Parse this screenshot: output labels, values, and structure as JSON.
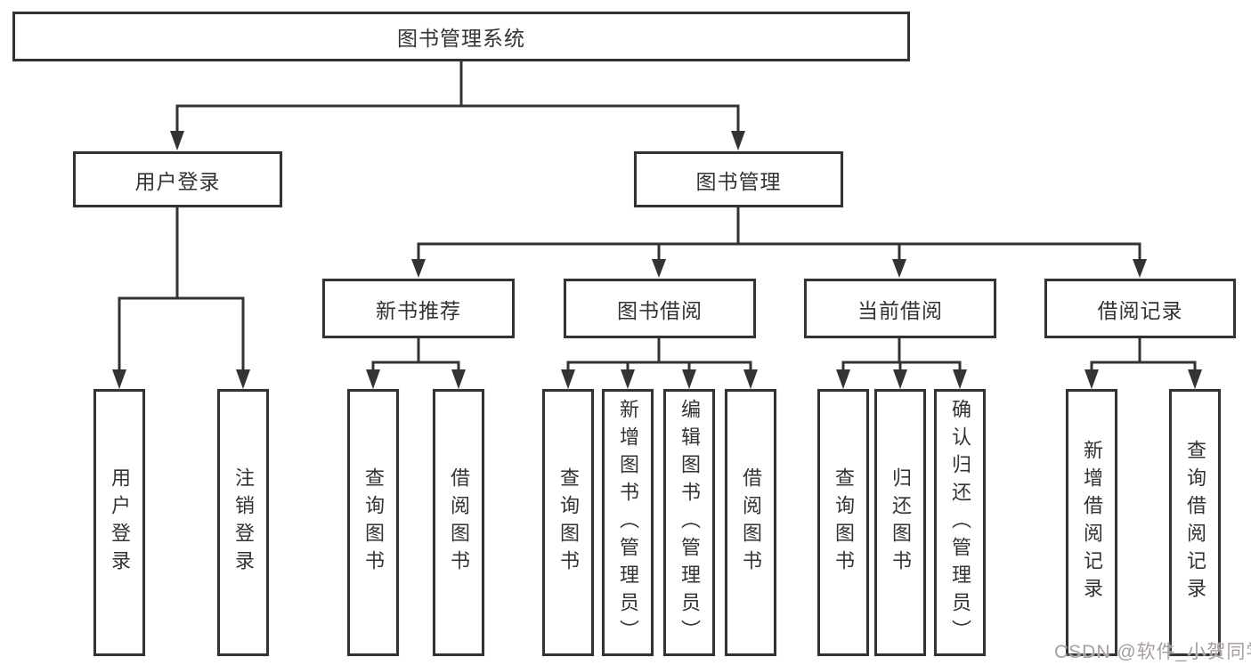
{
  "diagram_title": "图书管理系统",
  "colors": {
    "line": "#333333",
    "text": "#333333",
    "box_fill": "#ffffff",
    "background": "#ffffff",
    "watermark_text": "#a79f9f"
  },
  "watermark": {
    "text": "CSDN @软件_小贺同学"
  },
  "tree": {
    "root": {
      "label": "图书管理系统"
    },
    "children": [
      {
        "label": "用户登录",
        "children": [
          {
            "label": "用户登录"
          },
          {
            "label": "注销登录"
          }
        ]
      },
      {
        "label": "图书管理",
        "children": [
          {
            "label": "新书推荐",
            "children": [
              {
                "label": "查询图书"
              },
              {
                "label": "借阅图书"
              }
            ]
          },
          {
            "label": "图书借阅",
            "children": [
              {
                "label": "查询图书"
              },
              {
                "label": "新增图书（管理员）"
              },
              {
                "label": "编辑图书（管理员）"
              },
              {
                "label": "借阅图书"
              }
            ]
          },
          {
            "label": "当前借阅",
            "children": [
              {
                "label": "查询图书"
              },
              {
                "label": "归还图书"
              },
              {
                "label": "确认归还（管理员）"
              }
            ]
          },
          {
            "label": "借阅记录",
            "children": [
              {
                "label": "新增借阅记录"
              },
              {
                "label": "查询借阅记录"
              }
            ]
          }
        ]
      }
    ]
  }
}
